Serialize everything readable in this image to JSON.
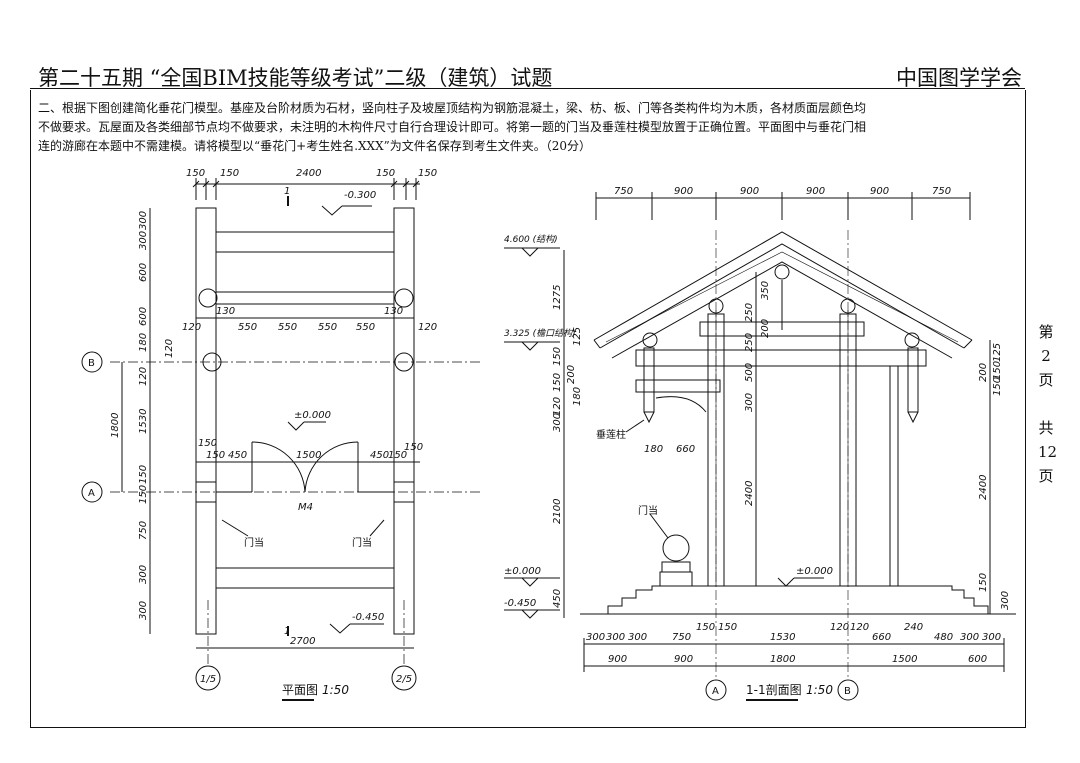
{
  "header": {
    "title": "第二十五期 “全国BIM技能等级考试”二级（建筑）试题",
    "org": "中国图学学会"
  },
  "question": {
    "text": "二、根据下图创建简化垂花门模型。基座及台阶材质为石材，竖向柱子及坡屋顶结构为钢筋混凝土，梁、枋、板、门等各类构件均为木质，各材质面层颜色均不做要求。瓦屋面及各类细部节点均不做要求，未注明的木构件尺寸自行合理设计即可。将第一题的门当及垂莲柱模型放置于正确位置。平面图中与垂花门相连的游廊在本题中不需建模。请将模型以“垂花门+考生姓名.XXX”为文件名保存到考生文件夹。（20分）"
  },
  "page_no": {
    "chars": [
      "第",
      "2",
      "页",
      "",
      "共",
      "12",
      "页"
    ]
  },
  "plan": {
    "title": "平面图",
    "scale": "1:50",
    "axis_b": "B",
    "axis_a": "A",
    "axis_1": "1/5",
    "axis_2": "2/5",
    "sec_mark_top": "1",
    "sec_mark_bottom": "1",
    "level_top": "-0.300",
    "level_mid": "±0.000",
    "level_bottom": "-0.450",
    "door": "M4",
    "label_mendang": "门当",
    "dims_top": [
      "150",
      "150",
      "2400",
      "150",
      "150"
    ],
    "dims_beam": [
      "120",
      "130",
      "550",
      "550",
      "550",
      "550",
      "130",
      "120"
    ],
    "dims_door": [
      "150",
      "150",
      "450",
      "1500",
      "450",
      "150",
      "150"
    ],
    "dims_left": [
      "300",
      "300",
      "600",
      "600",
      "180",
      "120",
      "120",
      "1530",
      "150",
      "150",
      "750",
      "300",
      "300"
    ],
    "dim_left_total": "1800",
    "dim_bottom": "2700"
  },
  "section": {
    "title": "1-1剖面图",
    "scale": "1:50",
    "axis_a": "A",
    "axis_b": "B",
    "level_ridge": "4.600 (结构)",
    "level_eave": "3.325 (檐口结构)",
    "level_zero_left": "±0.000",
    "level_zero_inner": "±0.000",
    "level_low": "-0.450",
    "label_chuilian": "垂莲柱",
    "label_mendang": "门当",
    "dims_top": [
      "750",
      "900",
      "900",
      "900",
      "900",
      "750"
    ],
    "dims_left": [
      "1275",
      "125",
      "150",
      "200",
      "150",
      "180",
      "120",
      "300",
      "2100",
      "450"
    ],
    "dims_inner": [
      "350",
      "250",
      "200",
      "250",
      "500",
      "300",
      "2400",
      "180",
      "660"
    ],
    "dims_right": [
      "125",
      "150",
      "200",
      "150",
      "2400",
      "150",
      "300"
    ],
    "dims_bottom1": [
      "300",
      "300",
      "300",
      "750",
      "150",
      "150",
      "1530",
      "120",
      "120",
      "660",
      "240",
      "480",
      "300",
      "300"
    ],
    "dims_bottom2": [
      "900",
      "900",
      "1800",
      "1500",
      "600"
    ]
  }
}
